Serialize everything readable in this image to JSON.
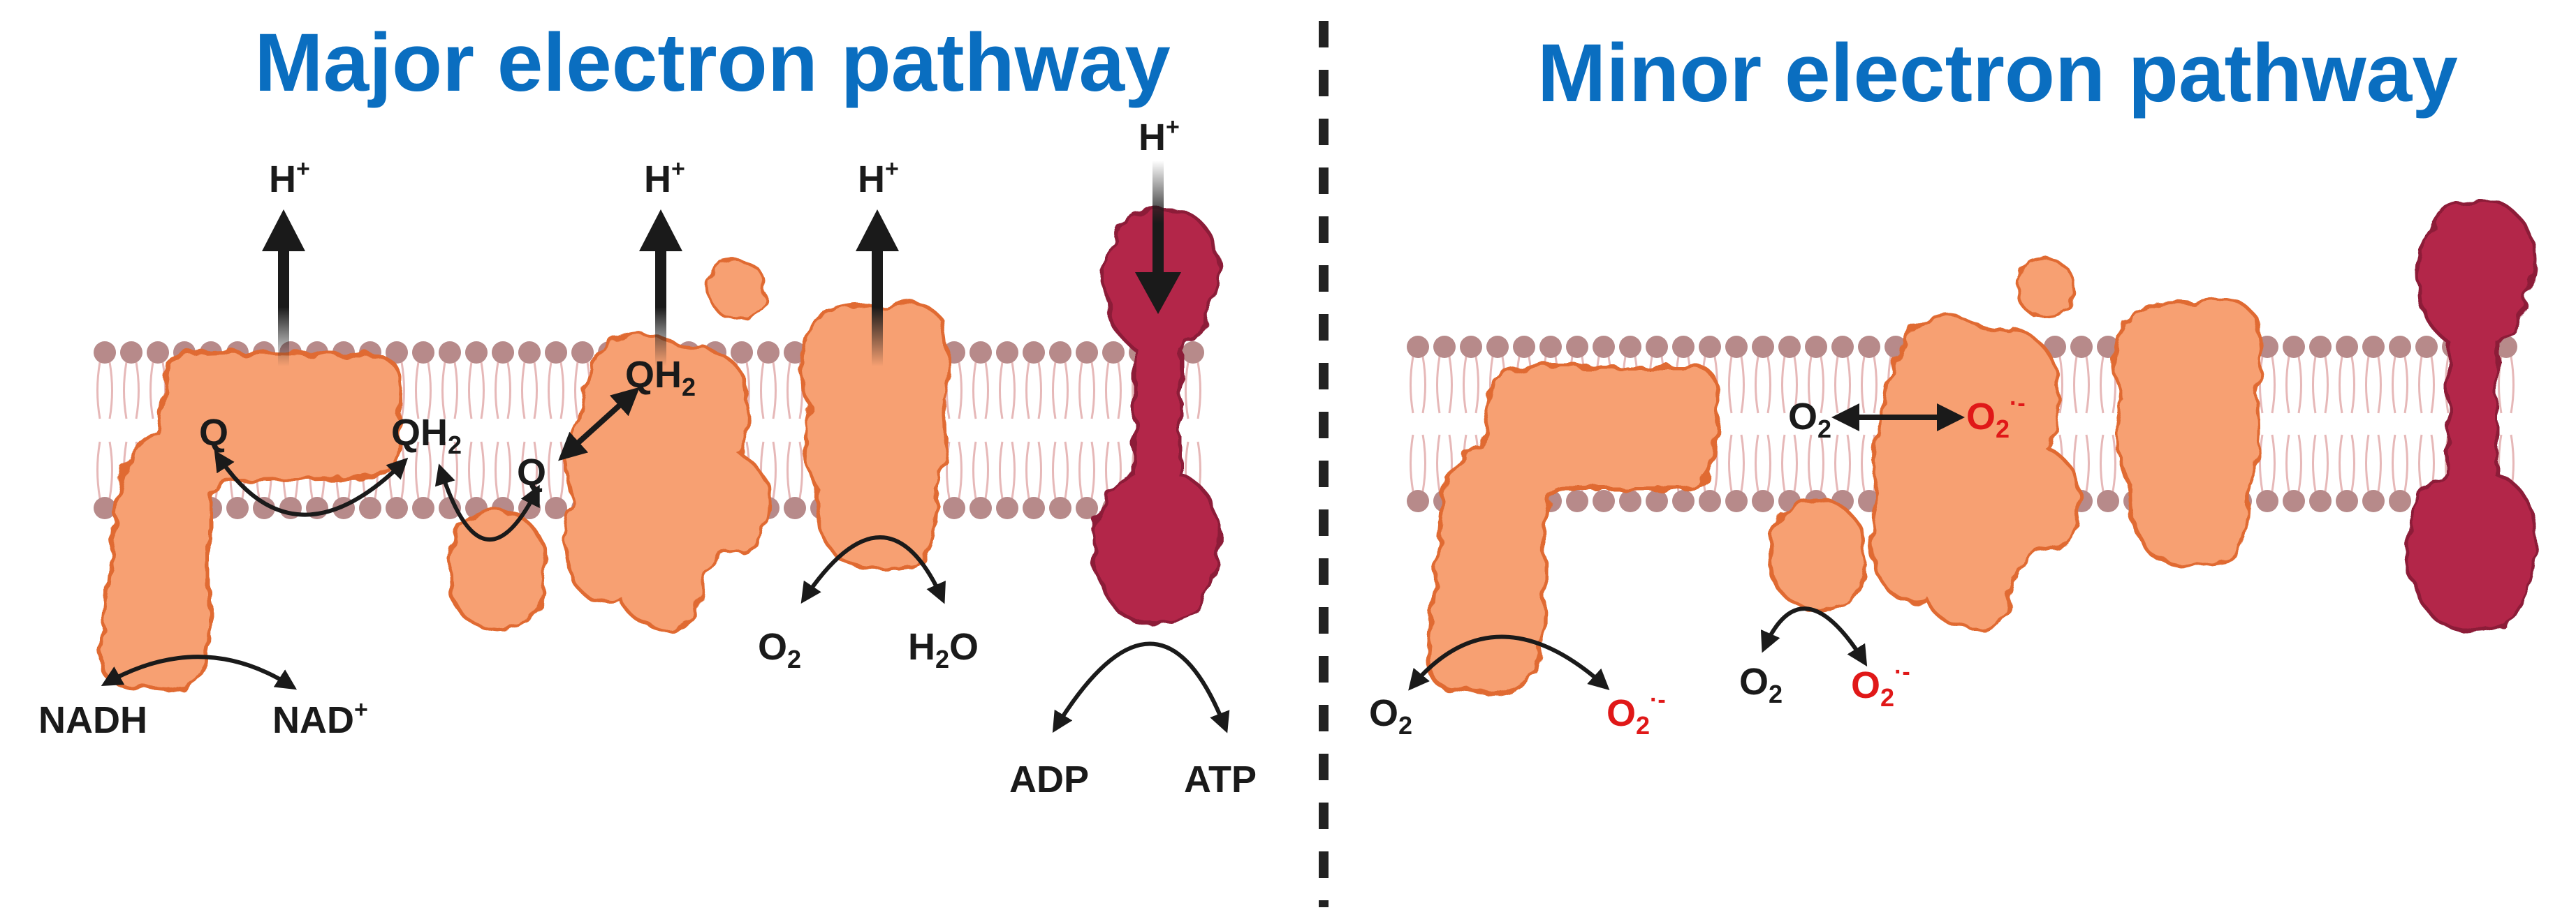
{
  "colors": {
    "title": "#0a6ec0",
    "protein": "#f7a072",
    "protein_edge": "#e06a30",
    "atp_synthase": "#b3264a",
    "lipid_head": "#b78a8a",
    "lipid_tail": "#e6b8b8",
    "superoxide": "#e01818",
    "arrow": "#1a1a1a"
  },
  "left_panel": {
    "title": "Major electron pathway",
    "protons": [
      "H+",
      "H+",
      "H+",
      "H+"
    ],
    "proton_base": "H",
    "proton_charge": "+",
    "labels": {
      "nadh": "NADH",
      "nad_base": "NAD",
      "nad_charge": "+",
      "q1": "Q",
      "qh2_1_base": "QH",
      "qh2_1_sub": "2",
      "q2": "Q",
      "qh2_2_base": "QH",
      "qh2_2_sub": "2",
      "o2_base": "O",
      "o2_sub": "2",
      "h2o_h": "H",
      "h2o_sub": "2",
      "h2o_o": "O",
      "adp": "ADP",
      "atp": "ATP"
    }
  },
  "right_panel": {
    "title": "Minor electron pathway",
    "labels": {
      "o2_base": "O",
      "o2_sub": "2",
      "superoxide_base": "O",
      "superoxide_sub": "2",
      "superoxide_sup": "·-"
    }
  },
  "icons": {
    "divider": "dashed-divider",
    "membrane": "lipid-bilayer"
  }
}
